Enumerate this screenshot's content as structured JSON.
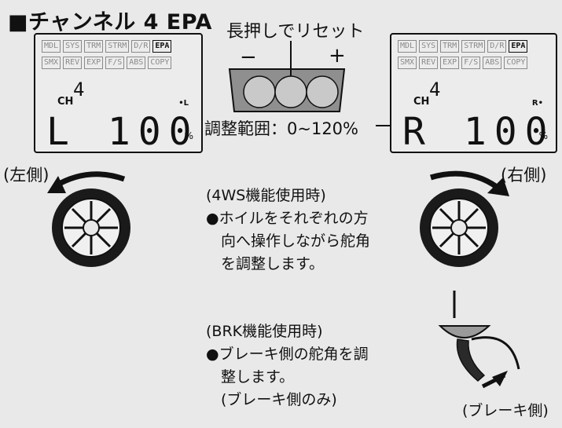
{
  "title": "■チャンネル 4 EPA",
  "reset_label": "長押しでリセット",
  "minus": "−",
  "plus": "+",
  "range_label": "調整範囲：0~120%",
  "left_label": "(左側)",
  "right_label": "(右側)",
  "lcd_menu_row1": [
    "MDL",
    "SYS",
    "TRM",
    "STRM",
    "D/R",
    "EPA"
  ],
  "lcd_menu_row2": [
    "SMX",
    "REV",
    "EXP",
    "F/S",
    "ABS",
    "COPY"
  ],
  "lcd_left": {
    "ch": "CH",
    "chnum": "4",
    "side": "•L",
    "letter": "L",
    "value": "100",
    "unit": "%"
  },
  "lcd_right": {
    "ch": "CH",
    "chnum": "4",
    "side": "R•",
    "letter": "R",
    "value": "100",
    "unit": "%"
  },
  "note_4ws": [
    "(4WS機能使用時)",
    "●ホイルをそれぞれの方",
    "　向へ操作しながら舵角",
    "　を調整します。"
  ],
  "note_brk": [
    "(BRK機能使用時)",
    "●ブレーキ側の舵角を調",
    "　整します。",
    "　(ブレーキ側のみ)"
  ],
  "brake_label": "(ブレーキ側)",
  "colors": {
    "background": "#e9e9e9",
    "knob": "#9c9c9c",
    "knob_inner": "#c8c8c8",
    "ink": "#111111"
  }
}
